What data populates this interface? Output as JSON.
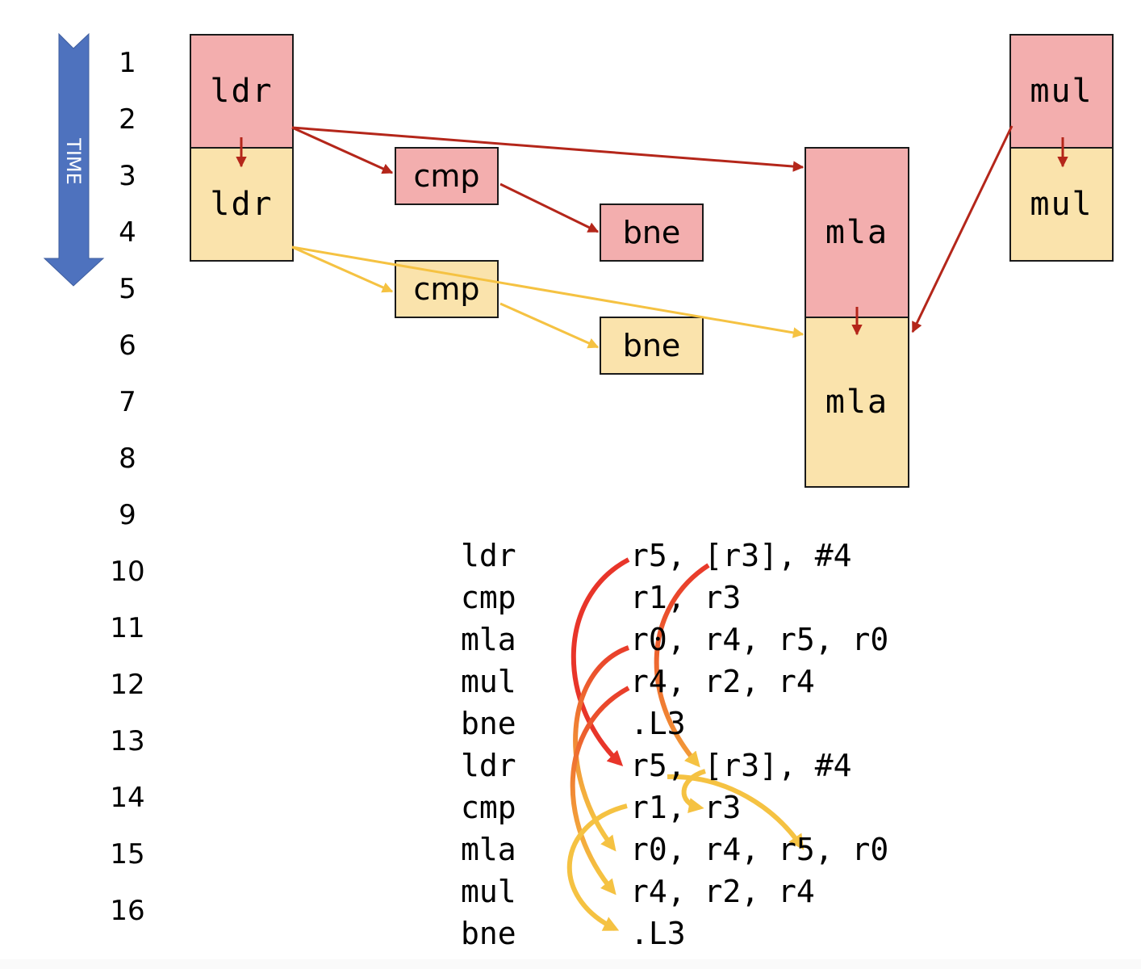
{
  "time_axis": {
    "label": "TIME",
    "arrow_color": "#4E72BE",
    "ticks": [
      "1",
      "2",
      "3",
      "4",
      "5",
      "6",
      "7",
      "8",
      "9",
      "10",
      "11",
      "12",
      "13",
      "14",
      "15",
      "16"
    ]
  },
  "colors": {
    "iteration1_fill": "#F3AEAE",
    "iteration2_fill": "#FAE3AC",
    "iteration1_arrow": "#B4261A",
    "iteration2_arrow": "#F5C242",
    "code_arrow_red": "#E8352A",
    "code_arrow_orange": "#F07F32",
    "code_arrow_yellow": "#F5C242"
  },
  "schedule": {
    "ldr_1": "ldr",
    "ldr_2": "ldr",
    "cmp_1": "cmp",
    "cmp_2": "cmp",
    "bne_1": "bne",
    "bne_2": "bne",
    "mla_1": "mla",
    "mla_2": "mla",
    "mul_1": "mul",
    "mul_2": "mul"
  },
  "code": [
    {
      "op": "ldr",
      "args": "r5, [r3], #4"
    },
    {
      "op": "cmp",
      "args": "r1, r3"
    },
    {
      "op": "mla",
      "args": "r0, r4, r5, r0"
    },
    {
      "op": "mul",
      "args": "r4, r2, r4"
    },
    {
      "op": "bne",
      "args": ".L3"
    },
    {
      "op": "ldr",
      "args": "r5, [r3], #4"
    },
    {
      "op": "cmp",
      "args": "r1, r3"
    },
    {
      "op": "mla",
      "args": "r0, r4, r5, r0"
    },
    {
      "op": "mul",
      "args": "r4, r2, r4"
    },
    {
      "op": "bne",
      "args": ".L3"
    }
  ]
}
